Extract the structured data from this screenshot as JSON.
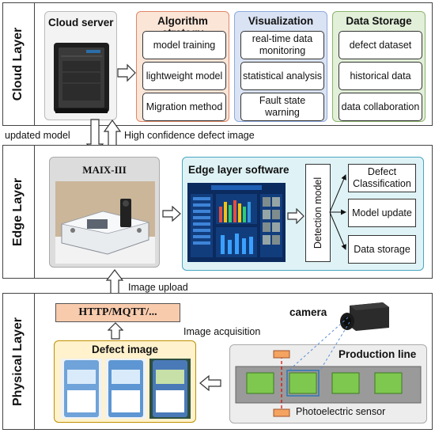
{
  "layers": {
    "cloud": "Cloud Layer",
    "edge": "Edge Layer",
    "physical": "Physical Layer"
  },
  "cloud": {
    "server_title": "Cloud server",
    "algorithm": {
      "title": "Algorithm strategy",
      "items": [
        "model training",
        "lightweight model",
        "Migration method"
      ]
    },
    "visualization": {
      "title": "Visualization",
      "items": [
        "real-time data monitoring",
        "statistical analysis",
        "Fault state warning"
      ]
    },
    "storage": {
      "title": "Data Storage",
      "items": [
        "defect dataset",
        "historical data",
        "data collaboration"
      ]
    }
  },
  "transfer": {
    "updated_model": "updated model",
    "high_conf": "High confidence defect image",
    "image_upload": "Image upload",
    "image_acquisition": "Image acquisition"
  },
  "edge": {
    "device_title": "MAIX-III",
    "software_title": "Edge layer software",
    "detection_model": "Detection model",
    "outputs": [
      "Defect Classification",
      "Model update",
      "Data storage"
    ]
  },
  "physical": {
    "protocol": "HTTP/MQTT/...",
    "defect_image_title": "Defect image",
    "camera_label": "camera",
    "production_line": "Production line",
    "sensor_label": "Photoelectric sensor"
  },
  "colors": {
    "cloud_panel": "#f3f3f3",
    "algorithm_bg": "#fbe5d6",
    "algorithm_border": "#e0866a",
    "visualization_bg": "#dae3f3",
    "visualization_border": "#8faadc",
    "storage_bg": "#e2efd9",
    "storage_border": "#8db56f",
    "edge_software_bg": "#dff3f6",
    "protocol_bg": "#f8cbad",
    "defect_bg": "#fff2cc",
    "production_bg": "#ededed"
  }
}
